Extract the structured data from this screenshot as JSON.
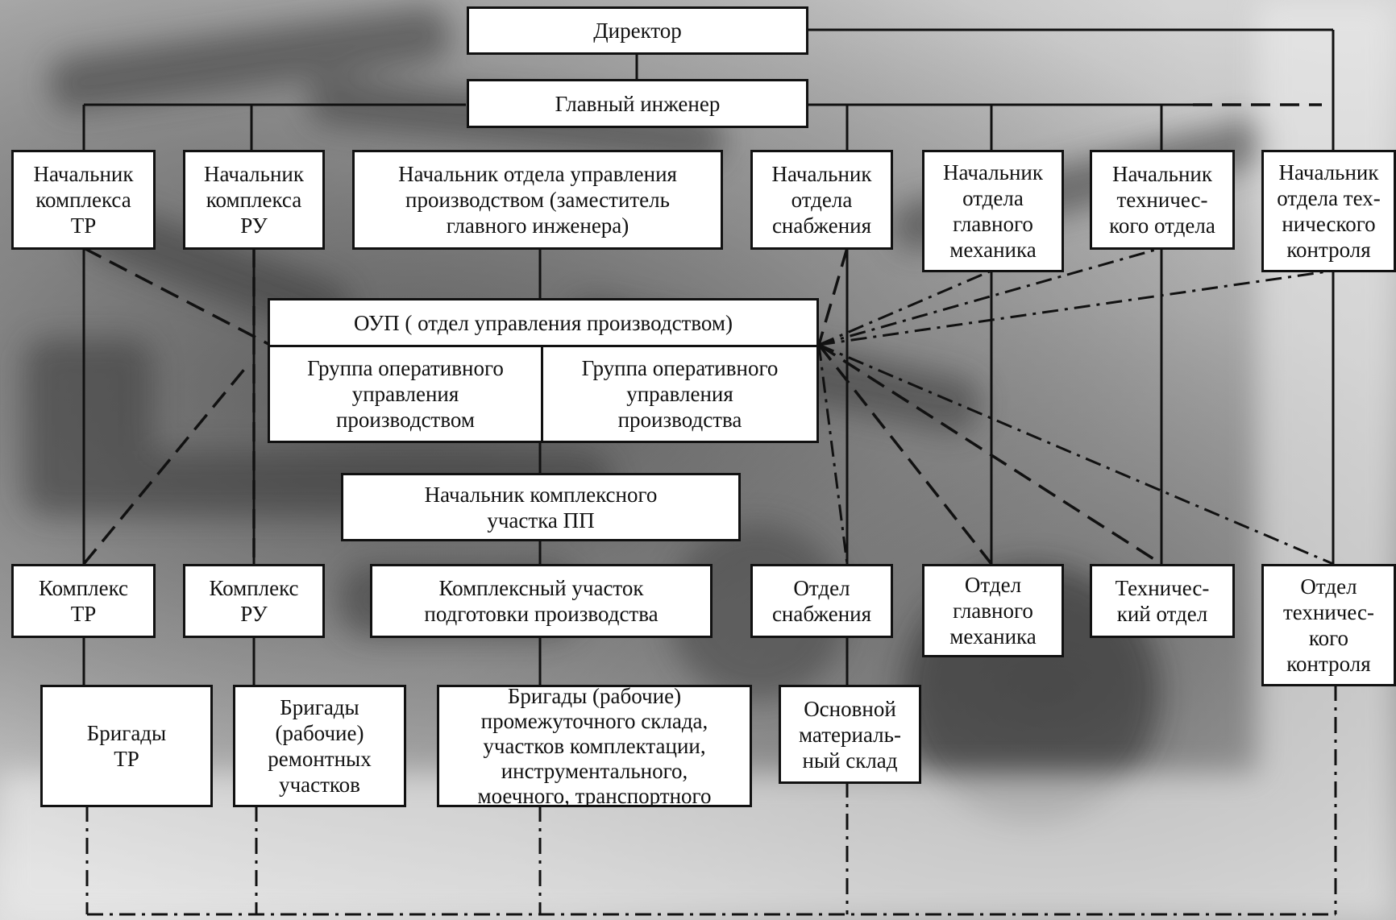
{
  "director": "Директор",
  "chief_engineer": "Главный инженер",
  "heads": {
    "tr": "Начальник\nкомплекса\nТР",
    "ru": "Начальник\nкомплекса\nРУ",
    "oup_head": "Начальник отдела управления\nпроизводством (заместитель\nглавного инженера)",
    "supply": "Начальник\nотдела\nснабжения",
    "mech": "Начальник\nотдела\nглавного\nмеханика",
    "tech": "Начальник\nтехничес-\nкого отдела",
    "qc": "Начальник\nотдела тех-\nнического\nконтроля"
  },
  "oup": {
    "title": "ОУП ( отдел управления производством)",
    "group_left": "Группа оперативного\nуправления\nпроизводством",
    "group_right": "Группа оперативного\nуправления\nпроизводства"
  },
  "pp_head": "Начальник комплексного\nучастка ПП",
  "units": {
    "tr": "Комплекс\nТР",
    "ru": "Комплекс\nРУ",
    "pp": "Комплексный участок\nподготовки производства",
    "supply": "Отдел\nснабжения",
    "mech": "Отдел\nглавного\nмеханика",
    "tech": "Техничес-\nкий отдел",
    "qc": "Отдел\nтехничес-\nкого\nконтроля"
  },
  "brigades": {
    "tr": "Бригады\nТР",
    "ru": "Бригады\n(рабочие)\nремонтных\nучастков",
    "pp": "Бригады (рабочие)\nпромежуточного склада,\nучастков комплектации,\nинструментального,\nмоечного, транспортного",
    "warehouse": "Основной\nматериаль-\nный склад"
  }
}
